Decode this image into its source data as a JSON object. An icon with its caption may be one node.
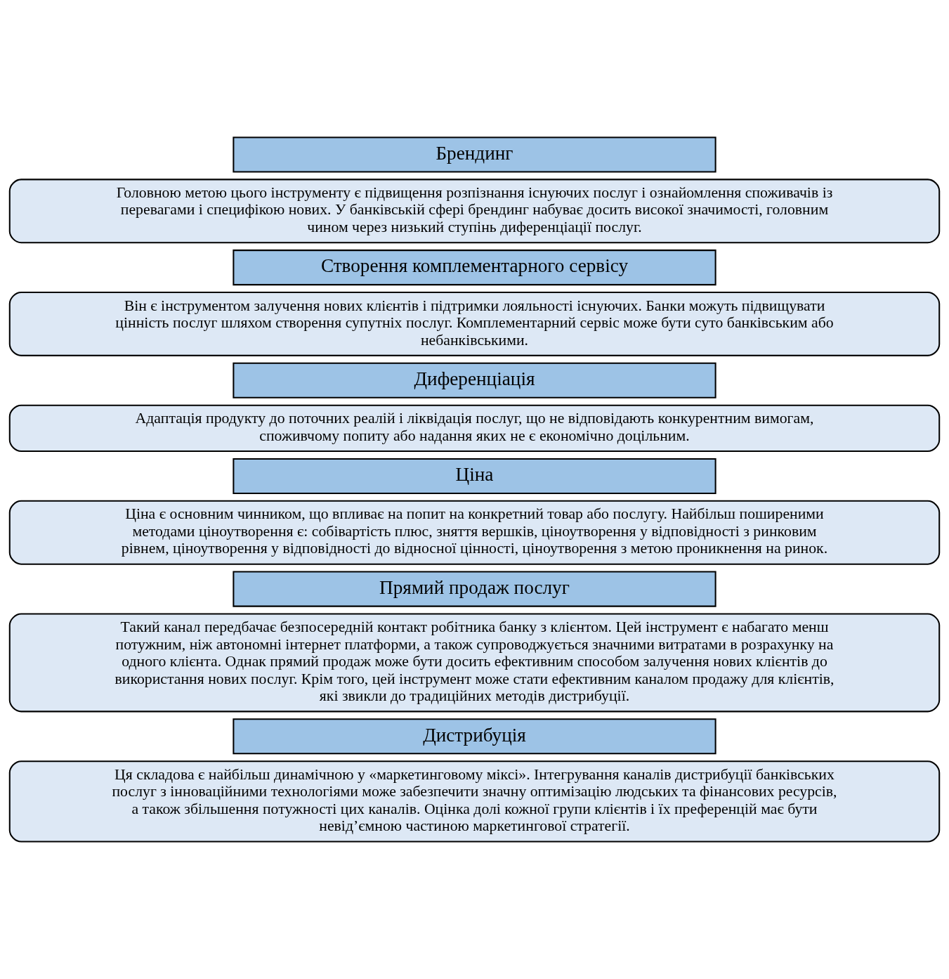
{
  "diagram": {
    "nodes": [
      {
        "text": [
          "Брендинг"
        ]
      },
      {
        "text": [
          "Головною метою цього інструменту є підвищення розпізнання існуючих послуг і ознайомлення споживачів із перевагами і специфікою нових. У банківській сфері брендинг набуває досить високої значимості, головним чином через низький ступінь диференціації послуг."
        ]
      },
      {
        "text": [
          "Створення комплементарного сервісу"
        ]
      },
      {
        "text": [
          "Він є інструментом залучення нових клієнтів і підтримки лояльності існуючих. Банки можуть підвищувати цінність послуг шляхом створення супутніх послуг. Комплементарний сервіс може бути суто банківським або небанківськими."
        ]
      },
      {
        "text": [
          "Диференціація"
        ]
      },
      {
        "text": [
          "Адаптація продукту до поточних реалій і ліквідація послуг, що не відповідають конкурентним вимогам, споживчому попиту або надання яких не є економічно доцільним."
        ]
      },
      {
        "text": [
          "Ціна"
        ]
      },
      {
        "text": [
          "Ціна є основним чинником, що впливає на попит на конкретний товар або послугу. Найбільш поширеними методами ціноутворення є: собівартість плюс, зняття вершків, ціноутворення у відповідності з ринковим рівнем, ціноутворення у відповідності до відносної цінності, ціноутворення з метою проникнення на ринок."
        ]
      },
      {
        "text": [
          "Прямий продаж послуг"
        ]
      },
      {
        "text": [
          "Такий канал передбачає безпосередній контакт робітника банку з клієнтом. Цей інструмент є набагато менш потужним, ніж автономні інтернет платформи, а також супроводжується значними витратами в розрахунку на одного клієнта. Однак прямий продаж може бути досить ефективним способом залучення нових клієнтів до використання нових послуг. Крім того, цей інструмент може стати ефективним каналом продажу для клієнтів, які звикли до традиційних методів дистрибуції."
        ]
      },
      {
        "text": [
          "Дистрибуція"
        ]
      },
      {
        "text": [
          "Ця складова є найбільш динамічною у «маркетинговому міксі». Інтегрування каналів дистрибуції банківських послуг з інноваційними технологіями може забезпечити значну оптимізацію людських та фінансових ресурсів, а також збільшення потужності цих каналів. Оцінка долі кожної групи клієнтів і їх преференцій має бути невід’ємною частиною маркетингової стратегії."
        ]
      }
    ],
    "edges": []
  }
}
